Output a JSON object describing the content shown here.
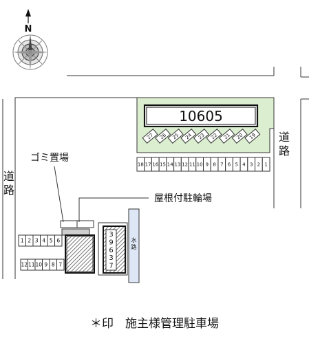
{
  "compass": {
    "north_label": "N"
  },
  "building": {
    "number": "10605"
  },
  "roads": {
    "left_label": "道路",
    "right_label": "道路"
  },
  "waterway": {
    "label": "水路"
  },
  "labels": {
    "garbage": "ゴミ置場",
    "bike_shelter": "屋根付駐輪場"
  },
  "upper_row": [
    "18",
    "17",
    "16",
    "15",
    "14",
    "13",
    "12",
    "11",
    "10",
    "9",
    "8",
    "7",
    "6",
    "5",
    "4",
    "3",
    "2",
    "1"
  ],
  "diagonal_row": [
    "27",
    "26",
    "25",
    "24",
    "23",
    "22",
    "21",
    "20",
    "19"
  ],
  "left_row_a": [
    "1",
    "2",
    "3",
    "4",
    "5",
    "6"
  ],
  "left_row_b": [
    "12",
    "11",
    "10",
    "9",
    "8",
    "7"
  ],
  "vertical_block": [
    "3",
    "9",
    "6",
    "3",
    "7"
  ],
  "note": "＊印　施主様管理駐車場",
  "colors": {
    "line": "#333333",
    "lawn": "#dbeed0",
    "waterway": "#dde7f5"
  }
}
